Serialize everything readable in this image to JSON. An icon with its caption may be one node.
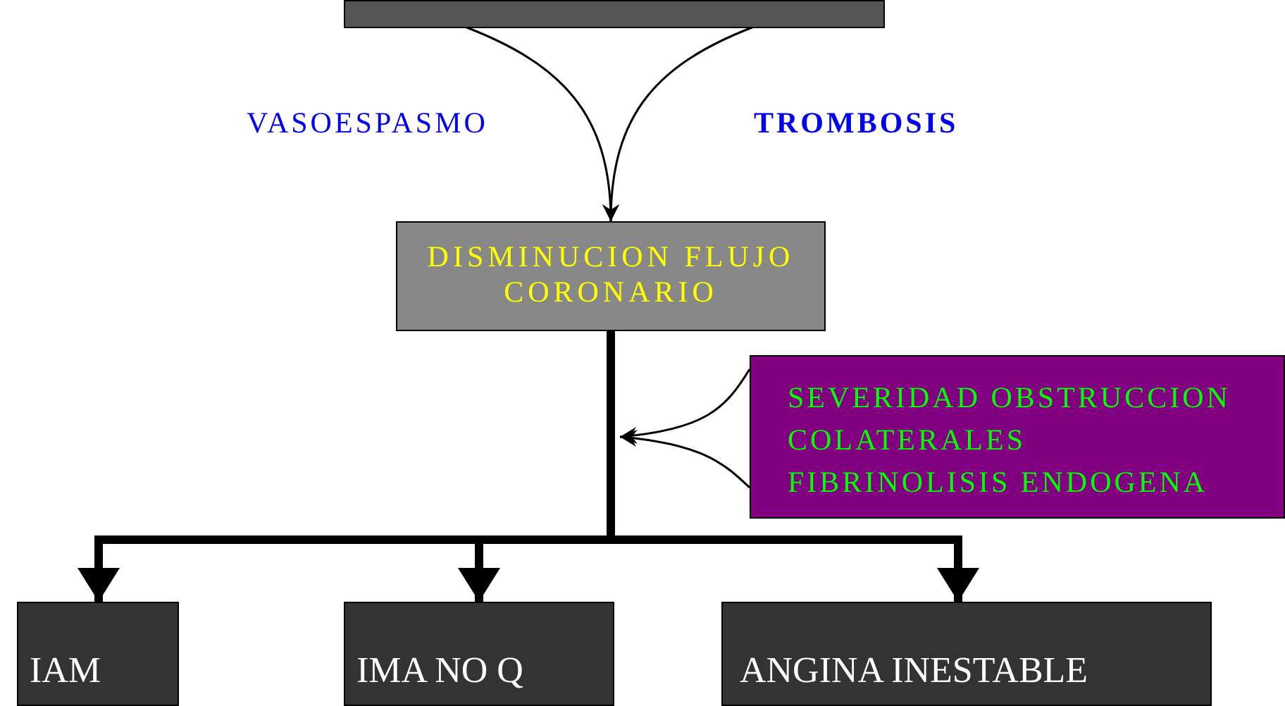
{
  "diagram": {
    "nodes": [
      {
        "text": [],
        "shape": "bar"
      },
      {
        "text": [
          "DISMINUCION FLUJO CORONARIO"
        ]
      },
      {
        "text": [
          "SEVERIDAD OBSTRUCCION",
          "COLATERALES",
          "FIBRINOLISIS ENDOGENA"
        ]
      },
      {
        "text": [
          "IAM"
        ]
      },
      {
        "text": [
          "IMA NO Q"
        ]
      },
      {
        "text": [
          "ANGINA INESTABLE"
        ]
      }
    ],
    "edges": [
      {
        "from": 0,
        "to": 1,
        "arrow": "to",
        "label": "VASOESPASMO"
      },
      {
        "from": 0,
        "to": 1,
        "arrow": "to",
        "label": "TROMBOSIS"
      },
      {
        "from": 2,
        "to": null,
        "arrow": "to"
      },
      {
        "from": 2,
        "to": null,
        "arrow": "to"
      },
      {
        "from": 1,
        "to": 3,
        "arrow": "to",
        "style": "thick"
      },
      {
        "from": 1,
        "to": 4,
        "arrow": "to",
        "style": "thick"
      },
      {
        "from": 1,
        "to": 5,
        "arrow": "to",
        "style": "thick"
      }
    ]
  }
}
